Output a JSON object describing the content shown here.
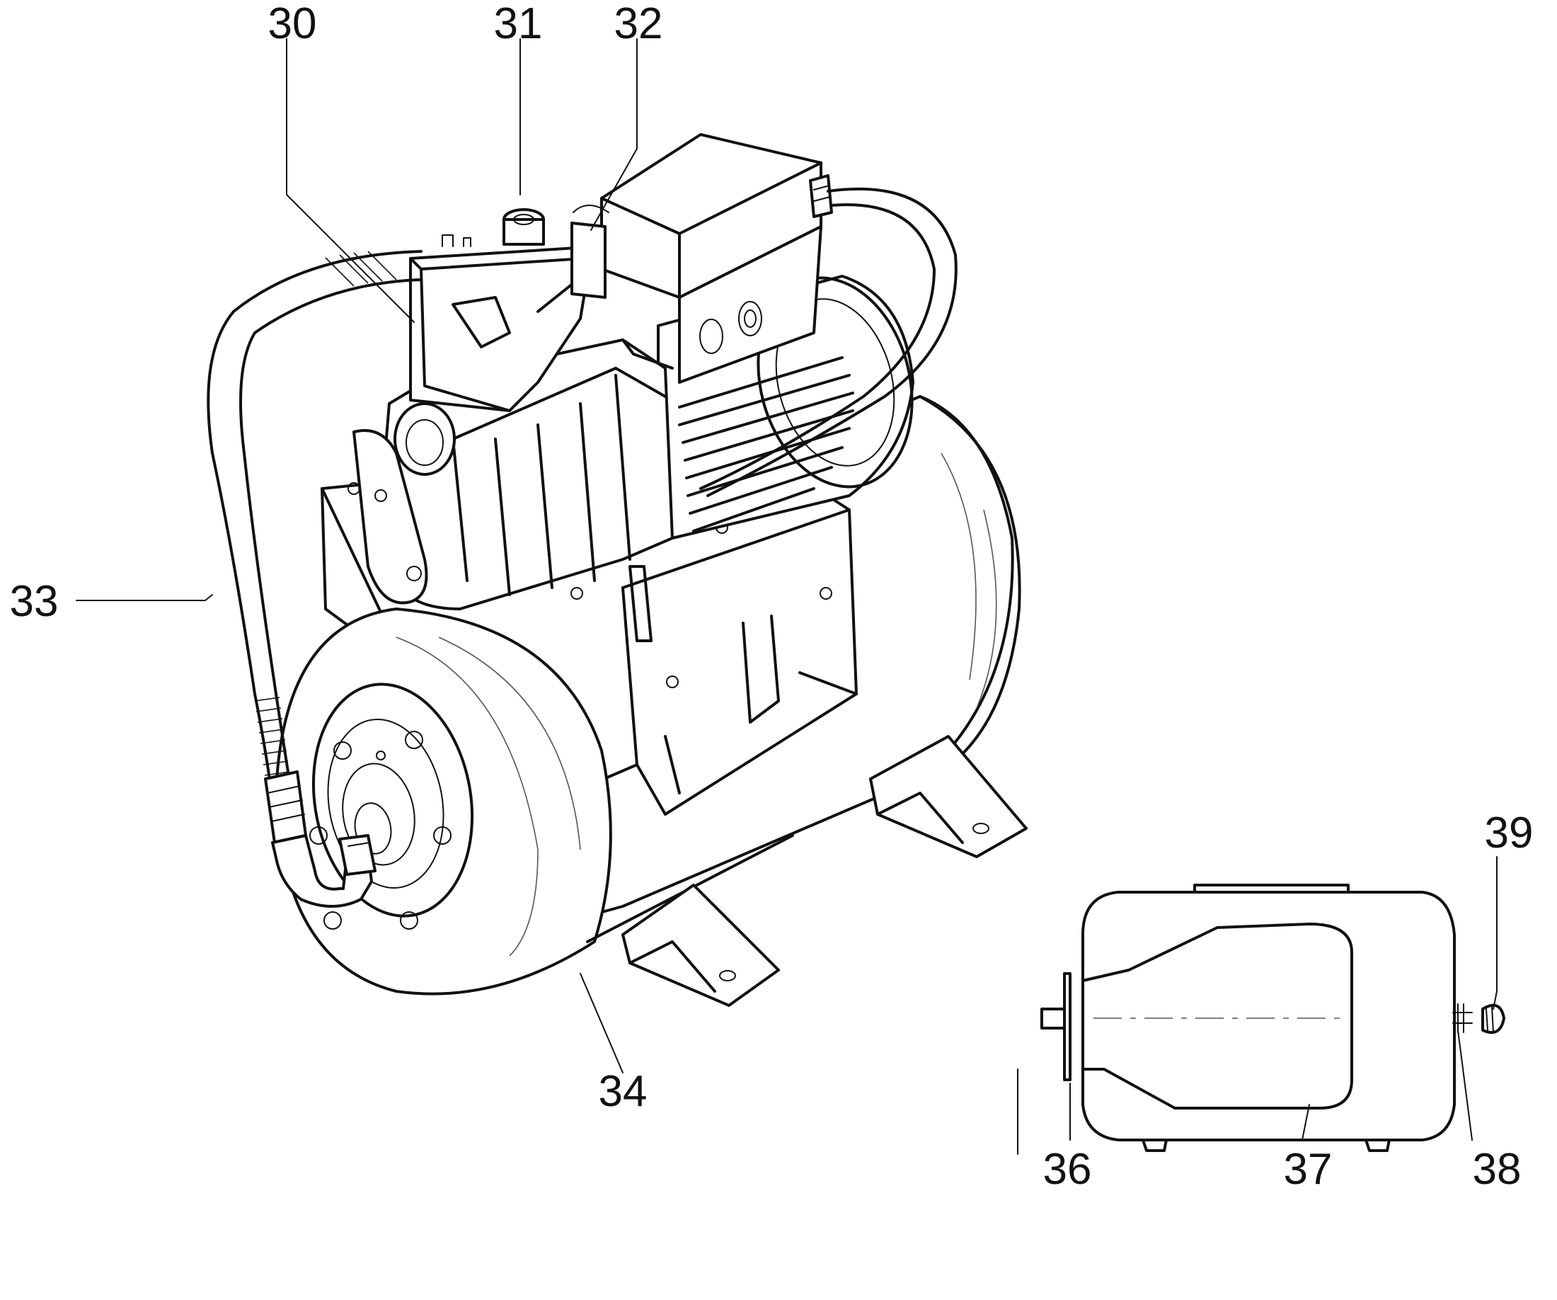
{
  "labels": {
    "l30": "30",
    "l31": "31",
    "l32": "32",
    "l33": "33",
    "l34": "34",
    "l36": "36",
    "l37": "37",
    "l38": "38",
    "l39": "39"
  }
}
